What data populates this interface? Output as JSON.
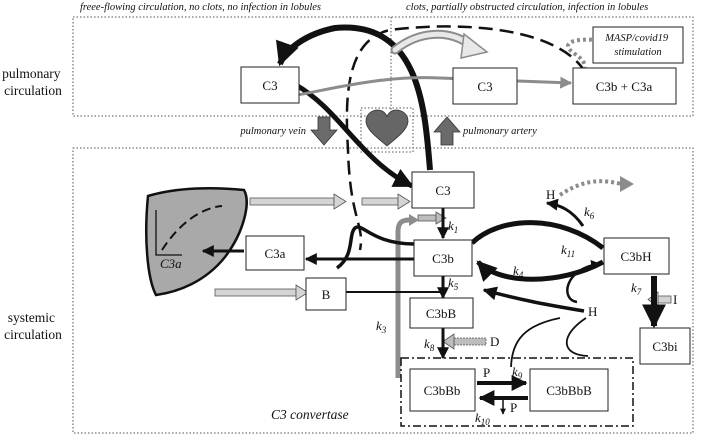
{
  "header": {
    "left_note": "freee-flowing circulation, no clots, no infection in lobules",
    "right_note": "clots, partially obstructed circulation, infection in lobules"
  },
  "regions": {
    "pulmonary": [
      "pulmonary",
      "circulation"
    ],
    "systemic": [
      "systemic",
      "circulation"
    ]
  },
  "vessels": {
    "vein": "pulmonary vein",
    "artery": "pulmonary artery"
  },
  "boxes": {
    "c3_pulm_left": "C3",
    "c3_pulm_right": "C3",
    "c3b_c3a": "C3b + C3a",
    "masp": [
      "MASP/covid19",
      "stimulation"
    ],
    "c3_sys": "C3",
    "c3b": "C3b",
    "c3a": "C3a",
    "b": "B",
    "c3bb": "C3bB",
    "c3bh": "C3bH",
    "c3bi": "C3bi",
    "c3bbb": "C3bBb",
    "c3bbbb": "C3bBbB"
  },
  "species": {
    "h_top": "H",
    "h_mid": "H",
    "i": "I",
    "d": "D",
    "p_top": "P",
    "p_bottom": "P"
  },
  "liver_label": "C3a",
  "convertase_label": "C3 convertase",
  "rates": {
    "k1": {
      "base": "k",
      "sub": "1"
    },
    "k3": {
      "base": "k",
      "sub": "3"
    },
    "k4": {
      "base": "k",
      "sub": "4"
    },
    "k5": {
      "base": "k",
      "sub": "5"
    },
    "k6": {
      "base": "k",
      "sub": "6"
    },
    "k7": {
      "base": "k",
      "sub": "7"
    },
    "k8": {
      "base": "k",
      "sub": "8"
    },
    "k9": {
      "base": "k",
      "sub": "9"
    },
    "k10": {
      "base": "k",
      "sub": "10"
    },
    "k11": {
      "base": "k",
      "sub": "11"
    }
  },
  "colors": {
    "heart": "#666666",
    "liver": "#a9a9a9",
    "gray_arrow": "#8c8c8c",
    "light_arrow": "#d4d4d4"
  }
}
